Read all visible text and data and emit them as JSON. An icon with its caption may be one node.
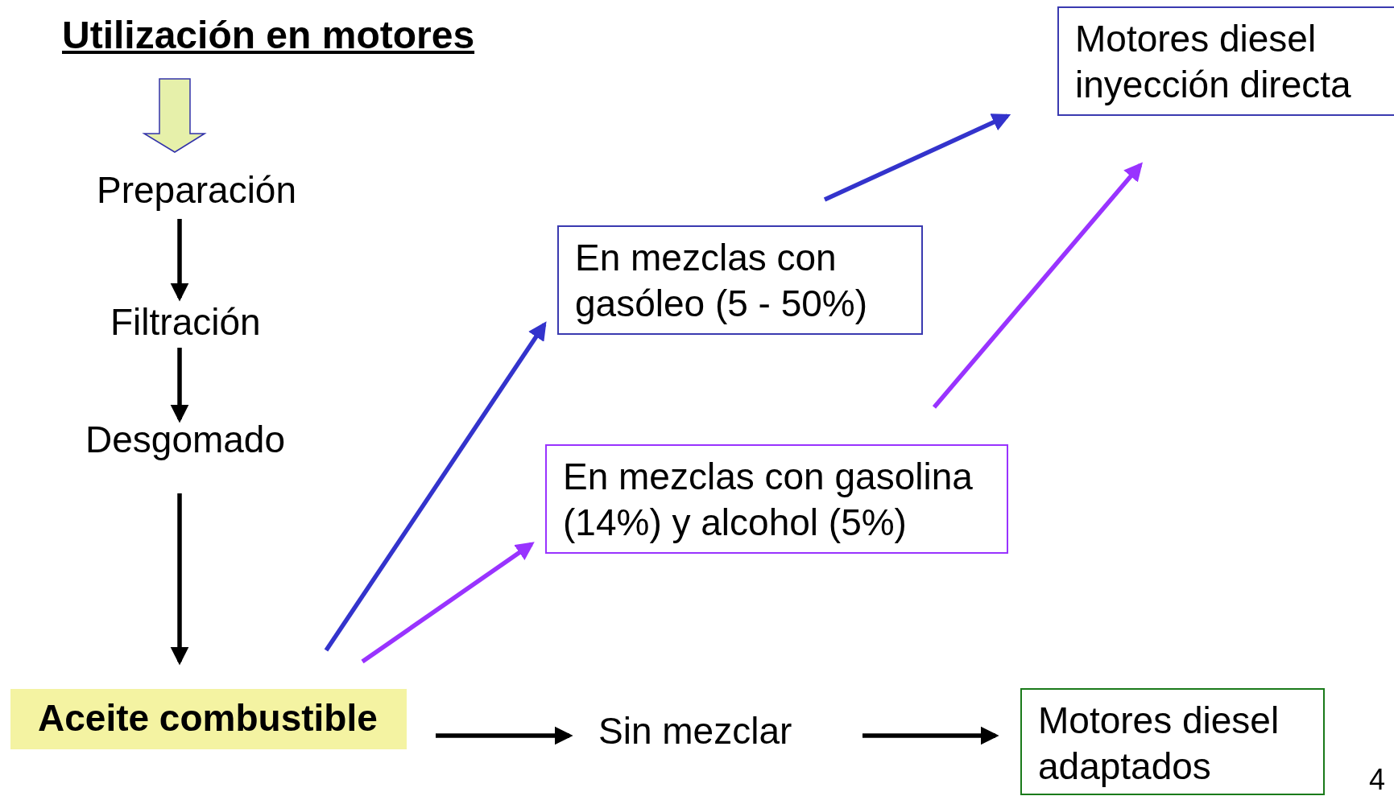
{
  "diagram": {
    "title": "Utilización en motores",
    "nodes": [
      {
        "text": [
          "Preparación"
        ]
      },
      {
        "text": [
          "Filtración"
        ]
      },
      {
        "text": [
          "Desgomado"
        ]
      },
      {
        "text": [
          "Aceite combustible"
        ]
      },
      {
        "text": [
          "Sin mezclar"
        ]
      },
      {
        "text": [
          "Motores diesel adaptados"
        ]
      },
      {
        "text": [
          "En mezclas con gasóleo (5 - 50%)"
        ]
      },
      {
        "text": [
          "En mezclas con gasolina (14%) y alcohol (5%)"
        ]
      },
      {
        "text": [
          "Motores diesel inyección directa"
        ]
      }
    ],
    "edges": [
      {
        "from": null,
        "to": 0,
        "arrow": "to"
      },
      {
        "from": 0,
        "to": 1,
        "arrow": "to"
      },
      {
        "from": 1,
        "to": 2,
        "arrow": "to"
      },
      {
        "from": 2,
        "to": 3,
        "arrow": "to"
      },
      {
        "from": 3,
        "to": 4,
        "arrow": "to"
      },
      {
        "from": 4,
        "to": 5,
        "arrow": "to"
      },
      {
        "from": 3,
        "to": 6,
        "arrow": "to",
        "color": "#3333cc"
      },
      {
        "from": 3,
        "to": 7,
        "arrow": "to",
        "color": "#9933ff"
      },
      {
        "from": 6,
        "to": 8,
        "arrow": "to",
        "color": "#3333cc"
      },
      {
        "from": 7,
        "to": 8,
        "arrow": "to",
        "color": "#9933ff"
      }
    ],
    "labels": [
      "4"
    ]
  }
}
